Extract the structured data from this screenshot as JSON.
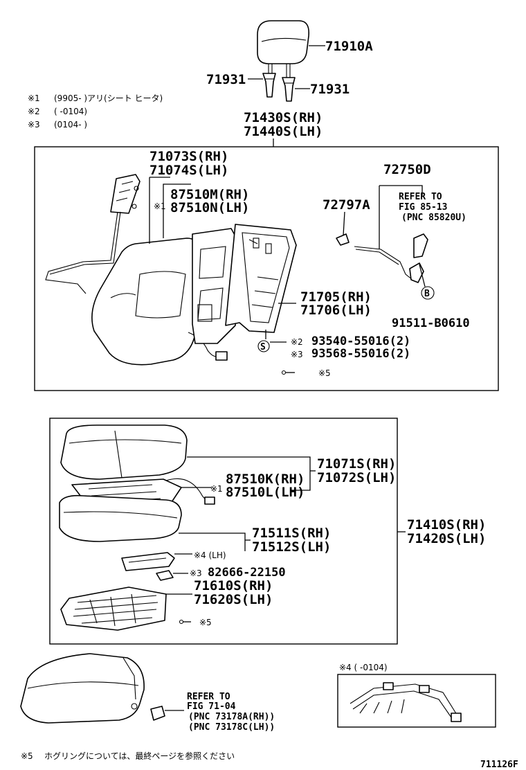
{
  "parts": {
    "headrest": "71910A",
    "support_left": "71931",
    "support_right": "71931",
    "back_assy_rh": "71430S(RH)",
    "back_assy_lh": "71440S(LH)",
    "back_cover_rh": "71073S(RH)",
    "back_cover_lh": "71074S(LH)",
    "back_heater_rh": "87510M(RH)",
    "back_heater_lh": "87510N(LH)",
    "back_heater_mark": "※1",
    "lock_part": "72750D",
    "refer_back_1": "REFER TO",
    "refer_back_2": "FIG 85-13",
    "refer_back_3": "(PNC 85820U)",
    "clip_part": "72797A",
    "back_frame_rh": "71705(RH)",
    "back_frame_lh": "71706(LH)",
    "bolt_part": "91511-B0610",
    "bolt_marker": "B",
    "screw_marker": "S",
    "screw1_mark": "※2",
    "screw1": "93540-55016(2)",
    "screw2_mark": "※3",
    "screw2": "93568-55016(2)",
    "hogring_mark_back": "※5",
    "cushion_cover_rh": "71071S(RH)",
    "cushion_cover_lh": "71072S(LH)",
    "cushion_heater_mark": "※1",
    "cushion_heater_rh": "87510K(RH)",
    "cushion_heater_lh": "87510L(LH)",
    "cushion_pad_rh": "71511S(RH)",
    "cushion_pad_lh": "71512S(LH)",
    "cushion_assy_rh": "71410S(RH)",
    "cushion_assy_lh": "71420S(LH)",
    "pad_lh_mark": "※4 (LH)",
    "clip_cushion_mark": "※3",
    "clip_cushion": "82666-22150",
    "spring_rh": "71610S(RH)",
    "spring_lh": "71620S(LH)",
    "hogring_mark_cushion": "※5",
    "refer_bottom_1": "REFER TO",
    "refer_bottom_2": "FIG 71-04",
    "refer_bottom_3": "(PNC 73178A(RH))",
    "refer_bottom_4": "(PNC 73178C(LH))",
    "inset_label": "※4 (      -0104)"
  },
  "notes": {
    "n1_mark": "※1",
    "n1_text": "(9905-      )アリ(シート ヒータ)",
    "n2_mark": "※2",
    "n2_text": "(      -0104)",
    "n3_mark": "※3",
    "n3_text": "(0104-      )",
    "n5_mark": "※5",
    "n5_text": "ホグリングについては、最終ページを参照ください"
  },
  "footer": {
    "code": "711126F"
  }
}
